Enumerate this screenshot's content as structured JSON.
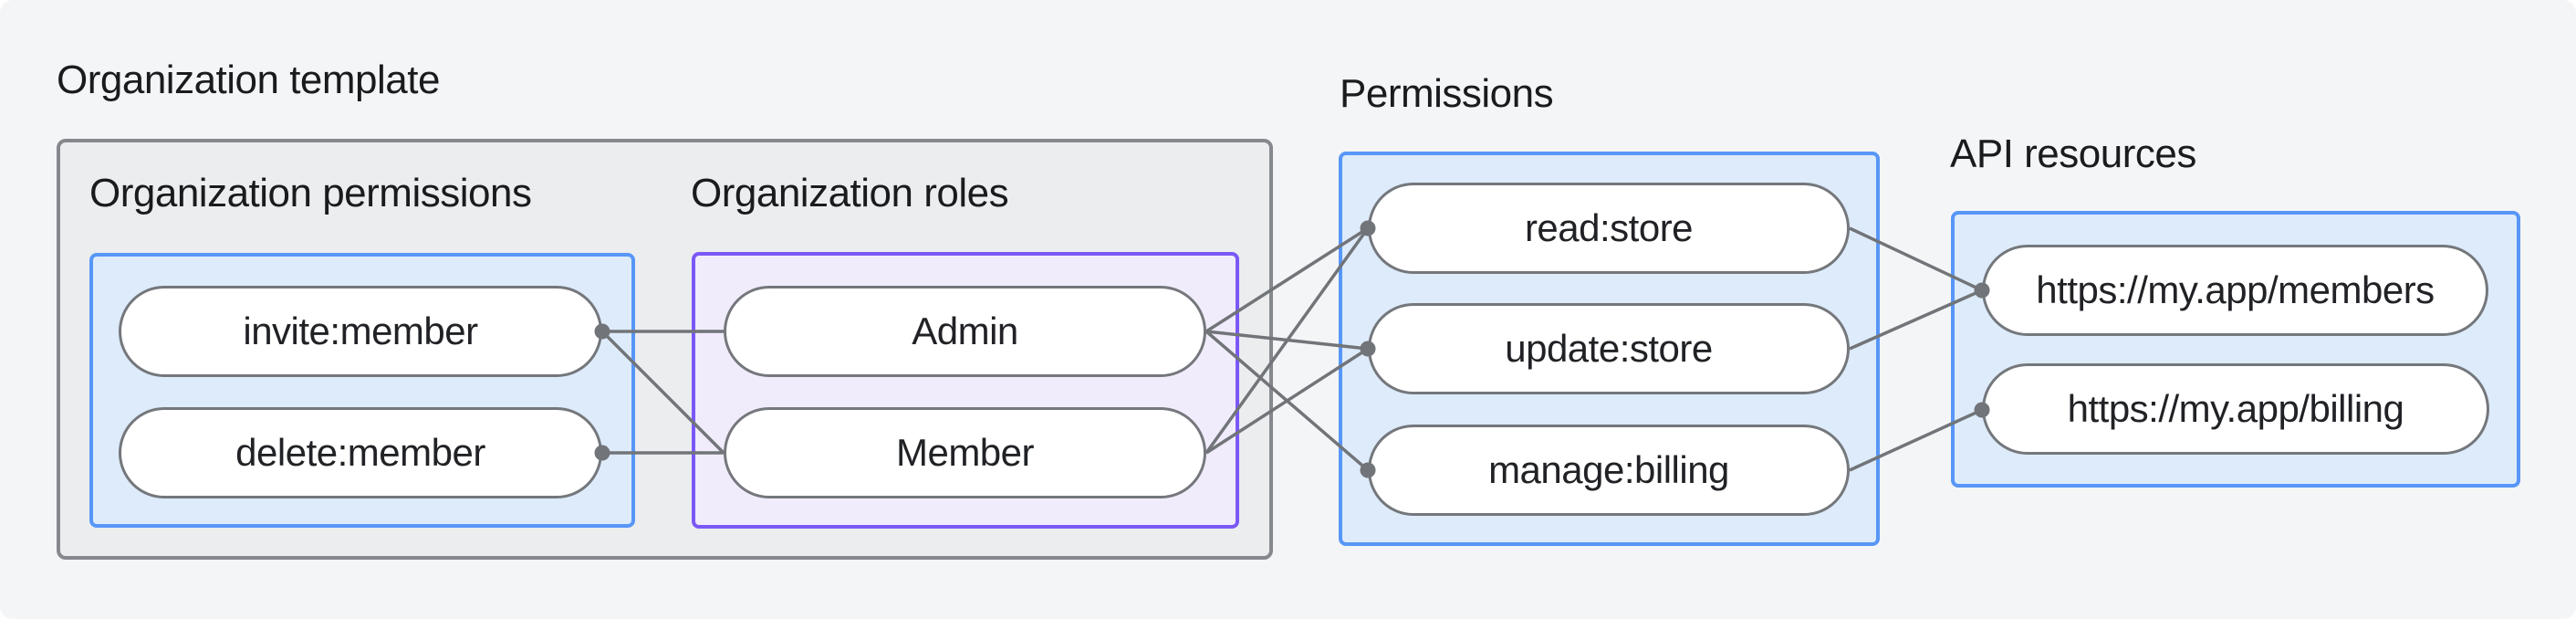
{
  "diagram": {
    "org_template": {
      "label": "Organization template",
      "org_permissions": {
        "label": "Organization permissions",
        "nodes": [
          "invite:member",
          "delete:member"
        ]
      },
      "org_roles": {
        "label": "Organization roles",
        "nodes": [
          "Admin",
          "Member"
        ]
      }
    },
    "permissions": {
      "label": "Permissions",
      "nodes": [
        "read:store",
        "update:store",
        "manage:billing"
      ]
    },
    "api_resources": {
      "label": "API resources",
      "nodes": [
        "https://my.app/members",
        "https://my.app/billing"
      ]
    },
    "edges": [
      {
        "from": "invite:member",
        "to": "Admin"
      },
      {
        "from": "invite:member",
        "to": "Member"
      },
      {
        "from": "delete:member",
        "to": "Member"
      },
      {
        "from": "Admin",
        "to": "read:store"
      },
      {
        "from": "Admin",
        "to": "update:store"
      },
      {
        "from": "Admin",
        "to": "manage:billing"
      },
      {
        "from": "Member",
        "to": "read:store"
      },
      {
        "from": "Member",
        "to": "update:store"
      },
      {
        "from": "read:store",
        "to": "https://my.app/members"
      },
      {
        "from": "update:store",
        "to": "https://my.app/members"
      },
      {
        "from": "manage:billing",
        "to": "https://my.app/billing"
      }
    ],
    "colors": {
      "canvas_background": "#f4f5f6",
      "container_fill": "#ebedee",
      "container_border": "#85898d",
      "blue_fill": "#ddebfb",
      "blue_border": "#5896f7",
      "purple_fill": "#f1ecfc",
      "purple_border": "#7a58f7",
      "connector": "#717478",
      "text": "#191b1e"
    }
  }
}
